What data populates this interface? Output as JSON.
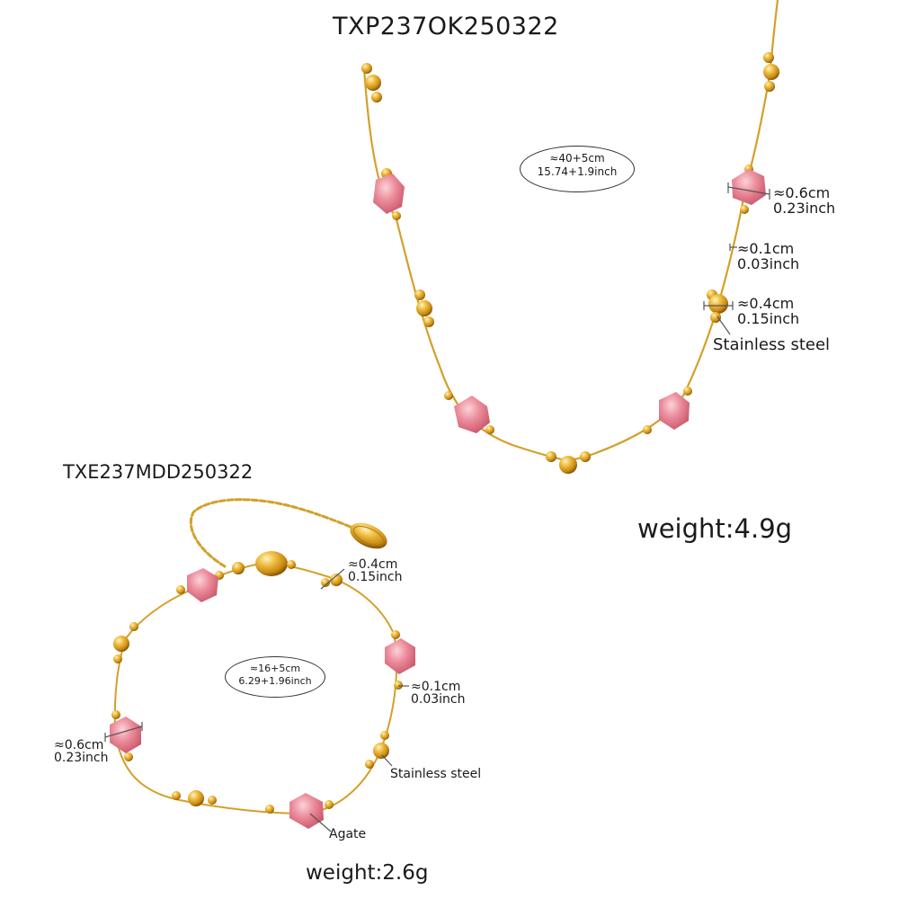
{
  "necklace": {
    "code": "TXP237OK250322",
    "length_cm": "≈40+5cm",
    "length_inch": "15.74+1.9inch",
    "stone_cm": "≈0.6cm",
    "stone_inch": "0.23inch",
    "chain_cm": "≈0.1cm",
    "chain_inch": "0.03inch",
    "bead_cm": "≈0.4cm",
    "bead_inch": "0.15inch",
    "material": "Stainless steel",
    "weight": "weight:4.9g"
  },
  "bracelet": {
    "code": "TXE237MDD250322",
    "length_cm": "≈16+5cm",
    "length_inch": "6.29+1.96inch",
    "bead_cm": "≈0.4cm",
    "bead_inch": "0.15inch",
    "chain_cm": "≈0.1cm",
    "chain_inch": "0.03inch",
    "stone_cm": "≈0.6cm",
    "stone_inch": "0.23inch",
    "material": "Stainless steel",
    "stone_name": "Agate",
    "weight": "weight:2.6g"
  },
  "colors": {
    "gold": "#d9a21b",
    "gold_light": "#f5d67a",
    "pink": "#e77c8d",
    "pink_light": "#f7b8c2",
    "text": "#1a1a1a"
  }
}
